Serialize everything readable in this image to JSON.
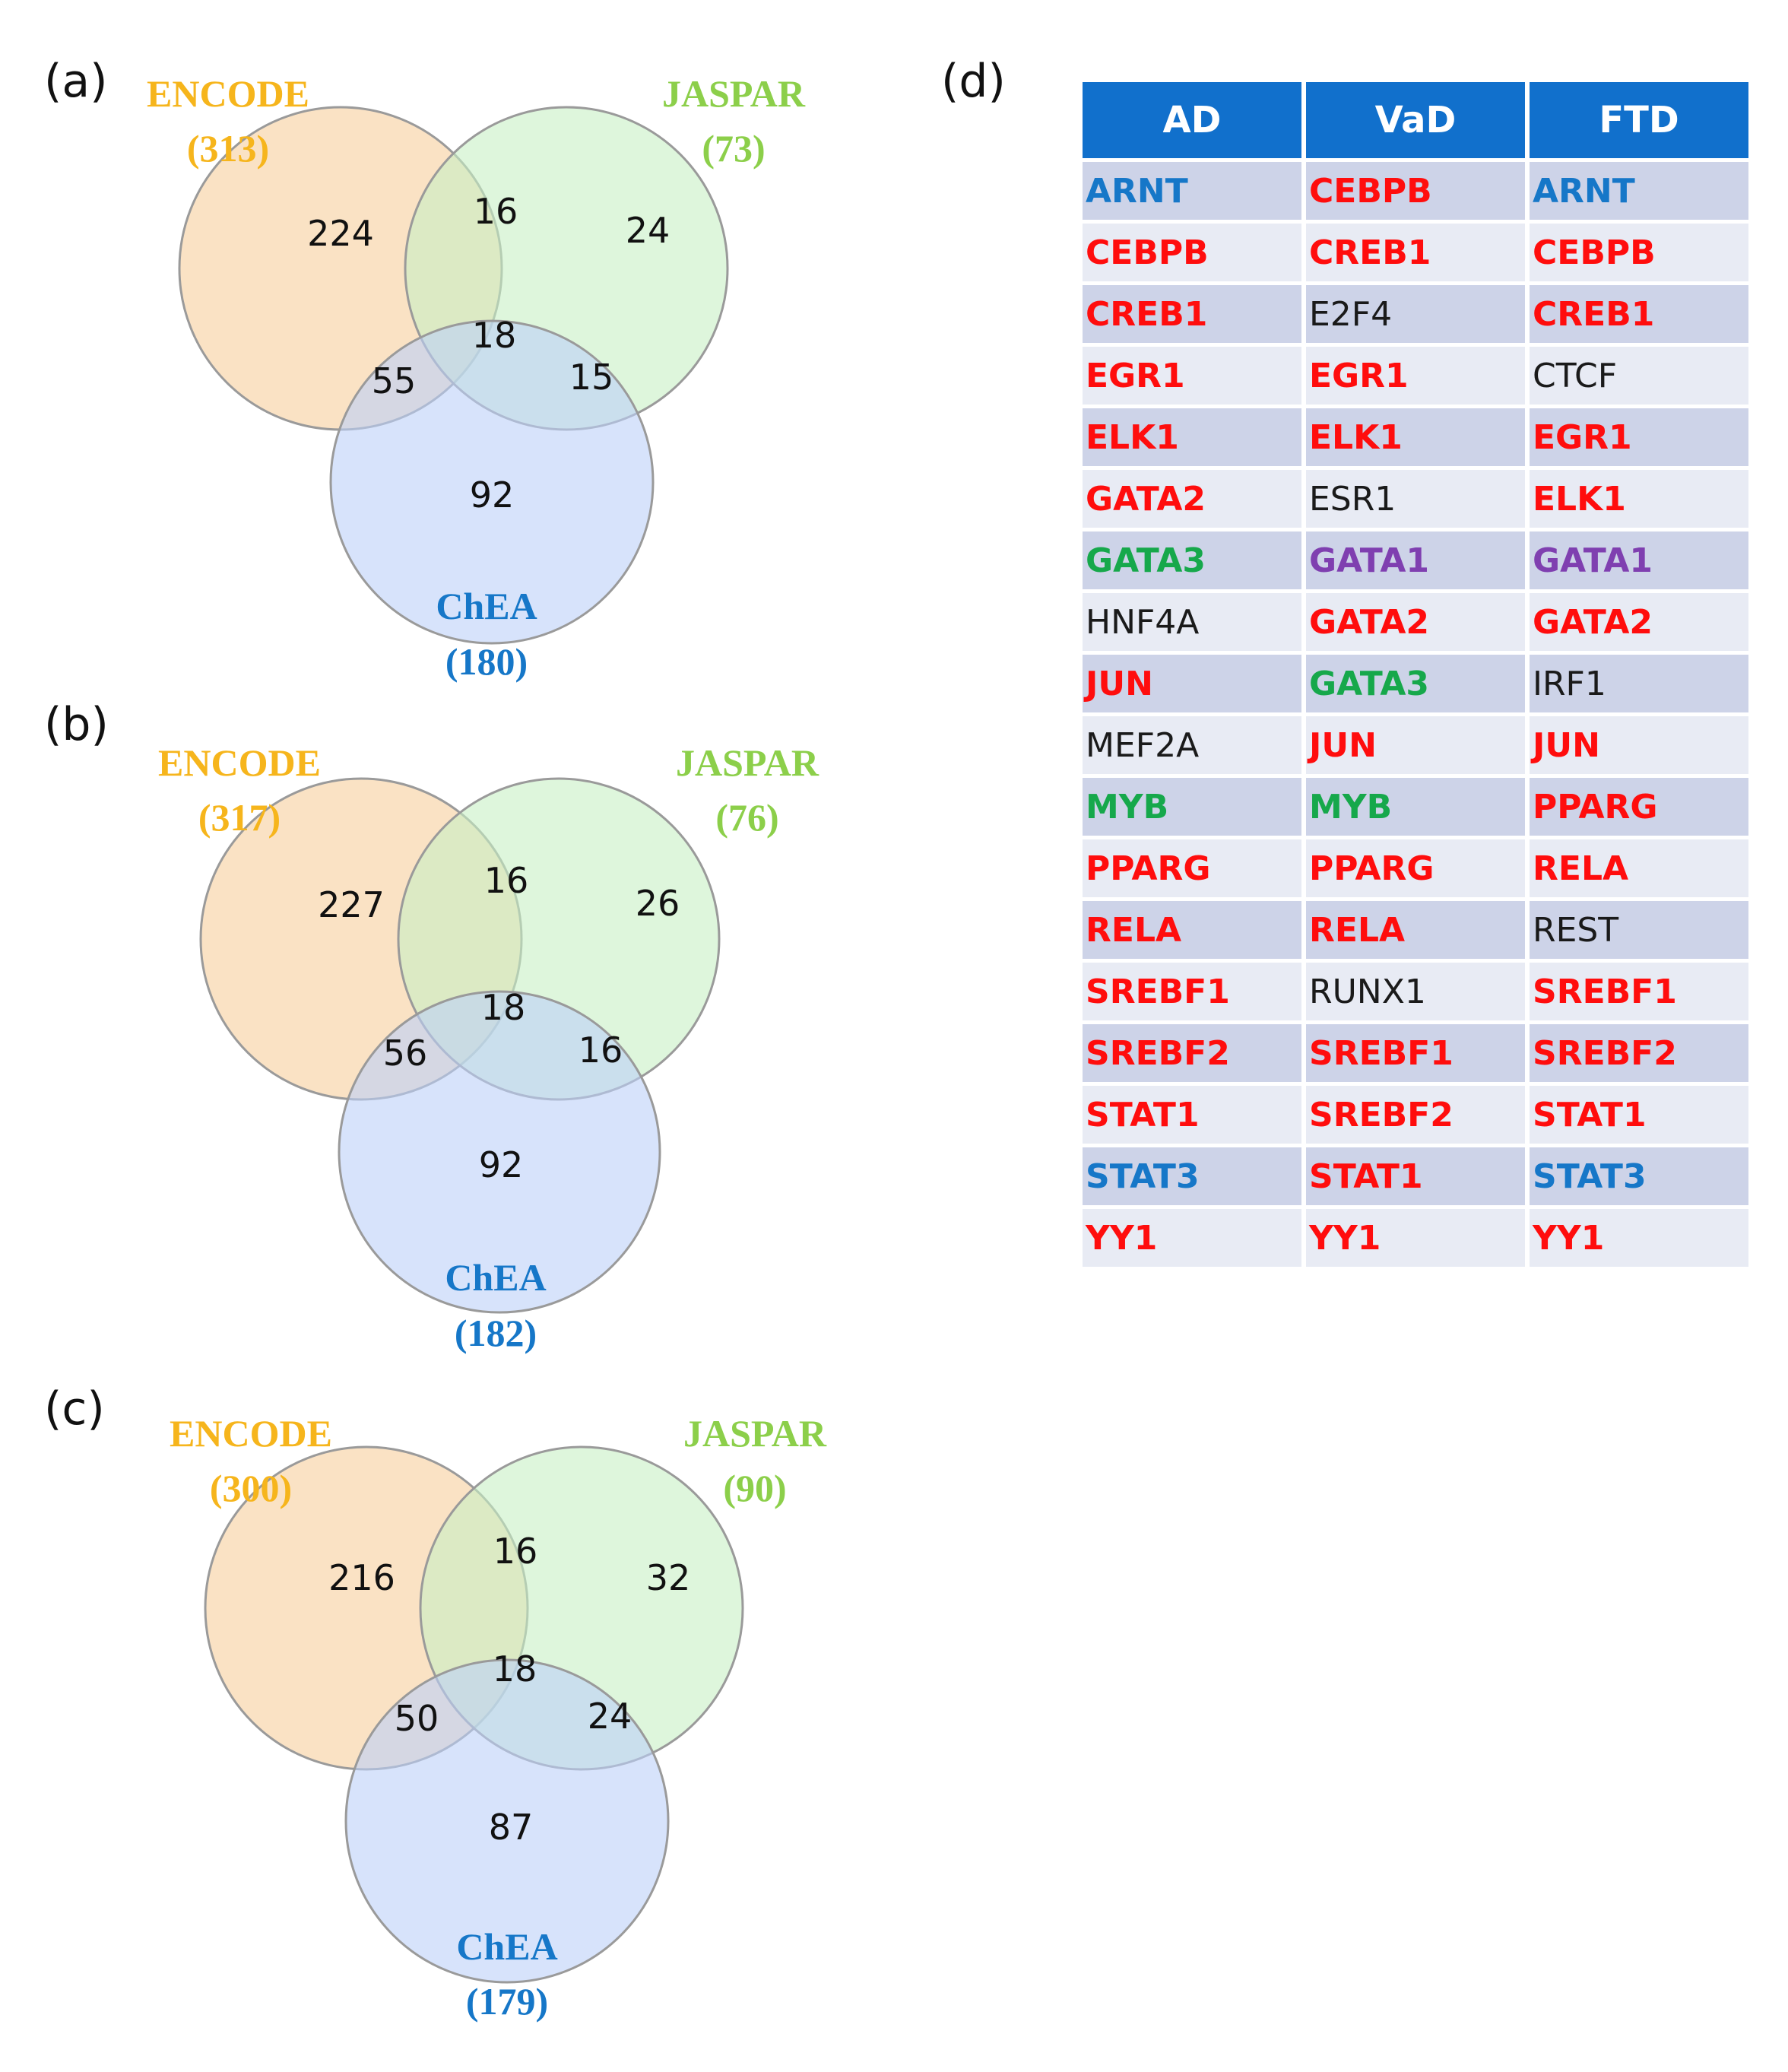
{
  "colors": {
    "encode_text": "#f6b51c",
    "jaspar_text": "#8ccf4a",
    "chea_text": "#1677c8",
    "encode_fill": "#f7ce9c",
    "jaspar_fill": "#c8f0c4",
    "chea_fill": "#bcd1f8",
    "table_header": "#1170cc",
    "row_dark": "#cdd3e8",
    "row_light": "#e8ebf4"
  },
  "venns": [
    {
      "label": "(a)",
      "encode": {
        "name": "ENCODE",
        "count": "(313)"
      },
      "jaspar": {
        "name": "JASPAR",
        "count": "(73)"
      },
      "chea": {
        "name": "ChEA",
        "count": "(180)"
      },
      "regions": {
        "encode_only": "224",
        "jaspar_only": "24",
        "chea_only": "92",
        "encode_jaspar": "16",
        "encode_chea": "55",
        "jaspar_chea": "15",
        "all": "18"
      }
    },
    {
      "label": "(b)",
      "encode": {
        "name": "ENCODE",
        "count": "(317)"
      },
      "jaspar": {
        "name": "JASPAR",
        "count": "(76)"
      },
      "chea": {
        "name": "ChEA",
        "count": "(182)"
      },
      "regions": {
        "encode_only": "227",
        "jaspar_only": "26",
        "chea_only": "92",
        "encode_jaspar": "16",
        "encode_chea": "56",
        "jaspar_chea": "16",
        "all": "18"
      }
    },
    {
      "label": "(c)",
      "encode": {
        "name": "ENCODE",
        "count": "(300)"
      },
      "jaspar": {
        "name": "JASPAR",
        "count": "(90)"
      },
      "chea": {
        "name": "ChEA",
        "count": "(179)"
      },
      "regions": {
        "encode_only": "216",
        "jaspar_only": "32",
        "chea_only": "87",
        "encode_jaspar": "16",
        "encode_chea": "50",
        "jaspar_chea": "24",
        "all": "18"
      }
    }
  ],
  "table": {
    "label": "(d)",
    "headers": [
      "AD",
      "VaD",
      "FTD"
    ],
    "rows": [
      [
        {
          "text": "ARNT",
          "color": "blue"
        },
        {
          "text": "CEBPB",
          "color": "red"
        },
        {
          "text": "ARNT",
          "color": "blue"
        }
      ],
      [
        {
          "text": "CEBPB",
          "color": "red"
        },
        {
          "text": "CREB1",
          "color": "red"
        },
        {
          "text": "CEBPB",
          "color": "red"
        }
      ],
      [
        {
          "text": "CREB1",
          "color": "red"
        },
        {
          "text": "E2F4",
          "color": "black"
        },
        {
          "text": "CREB1",
          "color": "red"
        }
      ],
      [
        {
          "text": "EGR1",
          "color": "red"
        },
        {
          "text": "EGR1",
          "color": "red"
        },
        {
          "text": "CTCF",
          "color": "black"
        }
      ],
      [
        {
          "text": "ELK1",
          "color": "red"
        },
        {
          "text": "ELK1",
          "color": "red"
        },
        {
          "text": "EGR1",
          "color": "red"
        }
      ],
      [
        {
          "text": "GATA2",
          "color": "red"
        },
        {
          "text": "ESR1",
          "color": "black"
        },
        {
          "text": "ELK1",
          "color": "red"
        }
      ],
      [
        {
          "text": "GATA3",
          "color": "green"
        },
        {
          "text": "GATA1",
          "color": "purple"
        },
        {
          "text": "GATA1",
          "color": "purple"
        }
      ],
      [
        {
          "text": "HNF4A",
          "color": "black"
        },
        {
          "text": "GATA2",
          "color": "red"
        },
        {
          "text": "GATA2",
          "color": "red"
        }
      ],
      [
        {
          "text": "JUN",
          "color": "red"
        },
        {
          "text": "GATA3",
          "color": "green"
        },
        {
          "text": "IRF1",
          "color": "black"
        }
      ],
      [
        {
          "text": "MEF2A",
          "color": "black"
        },
        {
          "text": "JUN",
          "color": "red"
        },
        {
          "text": "JUN",
          "color": "red"
        }
      ],
      [
        {
          "text": "MYB",
          "color": "green"
        },
        {
          "text": "MYB",
          "color": "green"
        },
        {
          "text": "PPARG",
          "color": "red"
        }
      ],
      [
        {
          "text": "PPARG",
          "color": "red"
        },
        {
          "text": "PPARG",
          "color": "red"
        },
        {
          "text": "RELA",
          "color": "red"
        }
      ],
      [
        {
          "text": "RELA",
          "color": "red"
        },
        {
          "text": "RELA",
          "color": "red"
        },
        {
          "text": "REST",
          "color": "black"
        }
      ],
      [
        {
          "text": "SREBF1",
          "color": "red"
        },
        {
          "text": "RUNX1",
          "color": "black"
        },
        {
          "text": "SREBF1",
          "color": "red"
        }
      ],
      [
        {
          "text": "SREBF2",
          "color": "red"
        },
        {
          "text": "SREBF1",
          "color": "red"
        },
        {
          "text": "SREBF2",
          "color": "red"
        }
      ],
      [
        {
          "text": "STAT1",
          "color": "red"
        },
        {
          "text": "SREBF2",
          "color": "red"
        },
        {
          "text": "STAT1",
          "color": "red"
        }
      ],
      [
        {
          "text": "STAT3",
          "color": "blue"
        },
        {
          "text": "STAT1",
          "color": "red"
        },
        {
          "text": "STAT3",
          "color": "blue"
        }
      ],
      [
        {
          "text": "YY1",
          "color": "red"
        },
        {
          "text": "YY1",
          "color": "red"
        },
        {
          "text": "YY1",
          "color": "red"
        }
      ]
    ]
  }
}
